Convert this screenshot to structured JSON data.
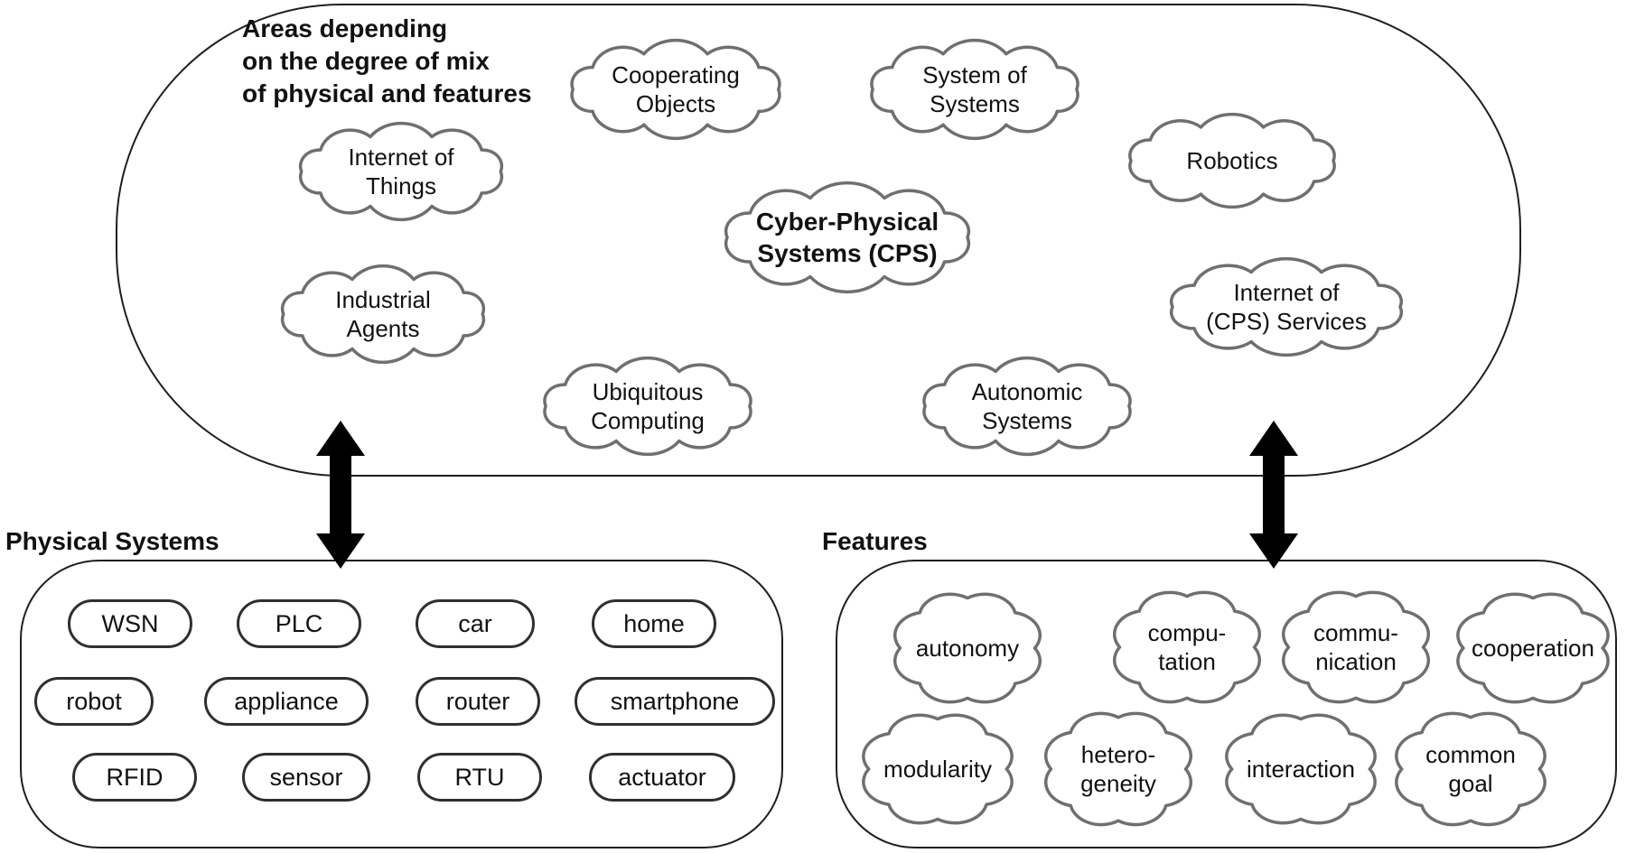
{
  "top_region": {
    "heading": "Areas depending\non the degree of mix\nof physical and features",
    "clouds": [
      {
        "label": "Cooperating\nObjects"
      },
      {
        "label": "System of\nSystems"
      },
      {
        "label": "Internet of\nThings"
      },
      {
        "label": "Robotics"
      },
      {
        "label": "Cyber-Physical\nSystems (CPS)"
      },
      {
        "label": "Industrial\nAgents"
      },
      {
        "label": "Internet of\n(CPS) Services"
      },
      {
        "label": "Ubiquitous\nComputing"
      },
      {
        "label": "Autonomic\nSystems"
      }
    ]
  },
  "physical_systems": {
    "heading": "Physical Systems",
    "items": [
      "WSN",
      "PLC",
      "car",
      "home",
      "robot",
      "appliance",
      "router",
      "smartphone",
      "RFID",
      "sensor",
      "RTU",
      "actuator"
    ]
  },
  "features": {
    "heading": "Features",
    "items": [
      "autonomy",
      "compu-\ntation",
      "commu-\nnication",
      "cooperation",
      "modularity",
      "hetero-\ngeneity",
      "interaction",
      "common\ngoal"
    ]
  },
  "colors": {
    "container_border": "#1f1f1f",
    "cloud_outline": "#6f6f6f",
    "pill_outline": "#2f2f2f",
    "arrow_fill": "#dedede",
    "arrow_outline": "#4d4d4d"
  }
}
